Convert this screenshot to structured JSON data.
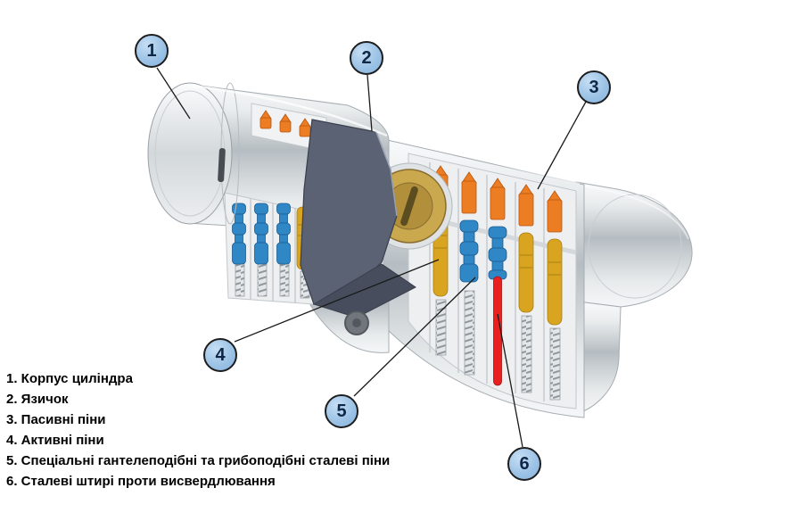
{
  "parts": [
    {
      "num": "1",
      "label": "Корпус циліндра",
      "legend_text": "1. Корпус циліндра"
    },
    {
      "num": "2",
      "label": "Язичок",
      "legend_text": "2. Язичок"
    },
    {
      "num": "3",
      "label": "Пасивні піни",
      "legend_text": "3. Пасивні піни"
    },
    {
      "num": "4",
      "label": "Активні піни",
      "legend_text": "4. Активні піни"
    },
    {
      "num": "5",
      "label": "Спеціальні гантелеподібні та грибоподібні сталеві піни",
      "legend_text": "5. Спеціальні гантелеподібні та грибоподібні сталеві піни"
    },
    {
      "num": "6",
      "label": "Сталеві штирі проти висвердлювання",
      "legend_text": "6. Сталеві штирі проти висвердлювання"
    }
  ],
  "colors": {
    "callout_fill": "#9dc3e6",
    "callout_border": "#1e1e1e",
    "passive_pin_orange": "#ed7d23",
    "active_pin_gold": "#d9a41f",
    "active_pin_blue": "#2f87c6",
    "anti_drill_red": "#e8201f",
    "cam_gray": "#5b6274",
    "plug_brass": "#c9a84e",
    "body_silver": "#d8dcdf"
  }
}
